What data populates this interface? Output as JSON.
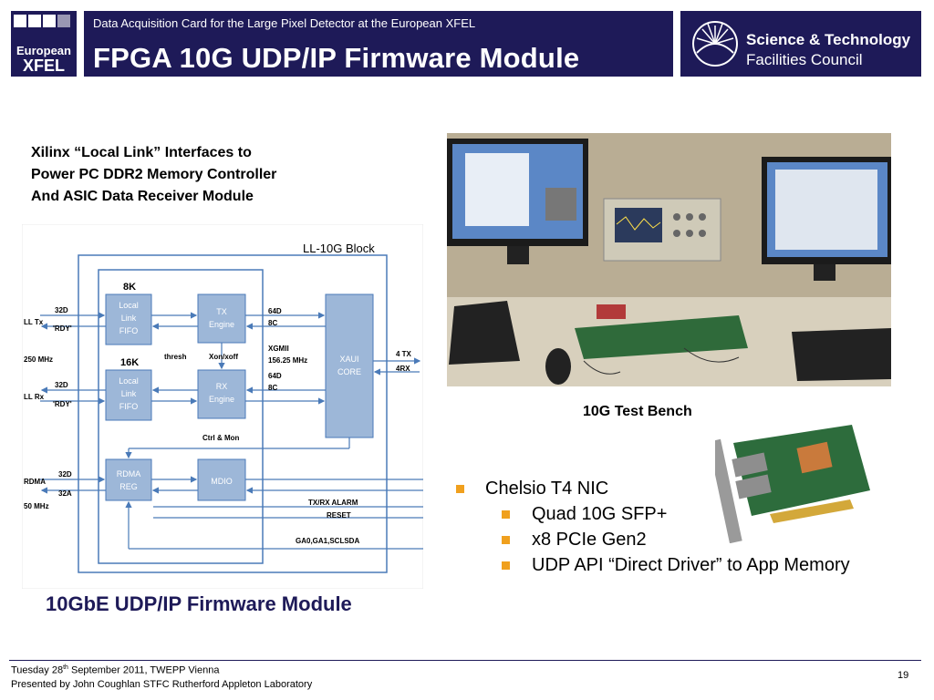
{
  "header": {
    "logo_line1": "European",
    "logo_line2": "XFEL",
    "subtitle": "Data Acquisition Card for the Large Pixel Detector at the European XFEL",
    "title": "FPGA 10G UDP/IP Firmware Module",
    "stfc_line1": "Science & Technology",
    "stfc_line2": "Facilities Council"
  },
  "intro": {
    "line1": "Xilinx “Local Link” Interfaces to",
    "line2": "Power PC DDR2 Memory Controller",
    "line3": "And ASIC Data Receiver Module"
  },
  "diagram": {
    "title": "LL-10G Block",
    "caption": "10GbE UDP/IP Firmware Module",
    "size_8k": "8K",
    "size_16k": "16K",
    "local_link": "Local",
    "link": "Link",
    "fifo": "FIFO",
    "tx1": "TX",
    "rx1": "RX",
    "engine": "Engine",
    "xaui1": "XAUI",
    "xaui2": "CORE",
    "rdma1": "RDMA",
    "rdma2": "REG",
    "mdio": "MDIO",
    "ll_tx": "LL Tx",
    "ll_rx": "LL Rx",
    "d32": "32D",
    "rdy": "'RDY'",
    "mhz250": "250 MHz",
    "rdma_label": "RDMA",
    "a32": "32A",
    "mhz50": "50 MHz",
    "thresh": "thresh",
    "xonxoff": "Xon/xoff",
    "d64": "64D",
    "c8": "8C",
    "xgmii": "XGMII",
    "freq": "156.25 MHz",
    "tx4": "4 TX",
    "rx4": "4RX",
    "ctrl": "Ctrl & Mon",
    "alarm": "TX/RX ALARM",
    "reset": "RESET",
    "gpio": "GA0,GA1,SCLSDA"
  },
  "photo_caption": "10G Test Bench",
  "bullets": [
    {
      "text": "Chelsio T4 NIC"
    },
    {
      "text": "Quad 10G SFP+"
    },
    {
      "text": "x8 PCIe Gen2"
    },
    {
      "text": "UDP API “Direct Driver” to App Memory"
    }
  ],
  "footer": {
    "date_pre": "Tuesday 28",
    "date_sup": "th",
    "date_post": " September 2011, TWEPP Vienna",
    "presenter": "Presented by John Coughlan STFC Rutherford Appleton Laboratory",
    "page": "19"
  },
  "colors": {
    "navy": "#1e1a58",
    "bullet": "#f0a01e",
    "block_fill": "#9db7d8",
    "arrow": "#4a7ab8"
  }
}
